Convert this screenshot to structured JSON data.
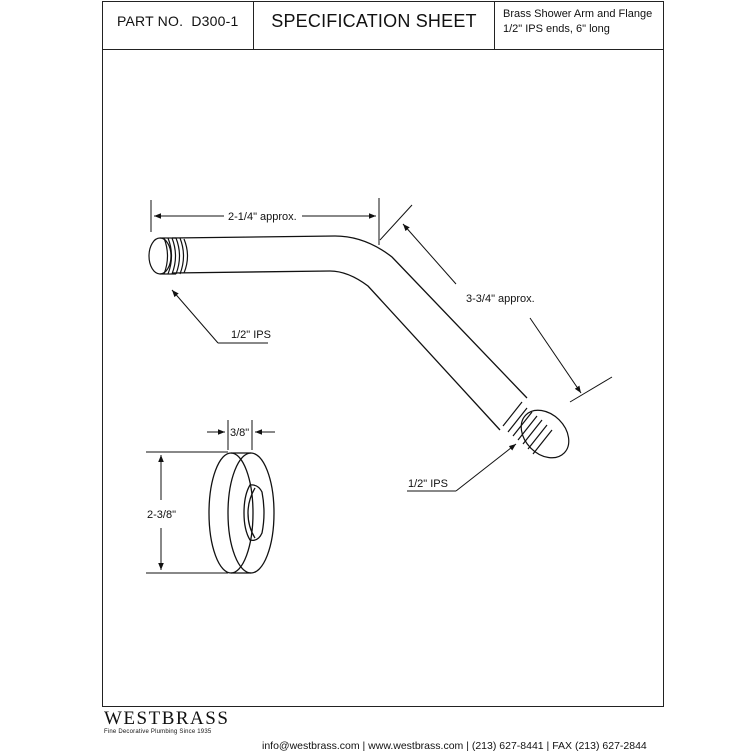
{
  "header": {
    "part_label": "PART NO.",
    "part_number": "D300-1",
    "title": "SPECIFICATION SHEET",
    "description_line1": "Brass Shower Arm and Flange",
    "description_line2": "1/2\" IPS ends, 6\" long"
  },
  "dimensions": {
    "arm_horizontal": "2-1/4\" approx.",
    "arm_angled": "3-3/4\" approx.",
    "inlet_thread": "1/2\" IPS",
    "outlet_thread": "1/2\" IPS",
    "flange_thickness": "3/8\"",
    "flange_diameter": "2-3/8\""
  },
  "footer": {
    "brand": "WESTBRASS",
    "tagline": "Fine Decorative Plumbing Since 1935",
    "contact": "info@westbrass.com | www.westbrass.com | (213) 627-8441 | FAX (213) 627-2844"
  }
}
